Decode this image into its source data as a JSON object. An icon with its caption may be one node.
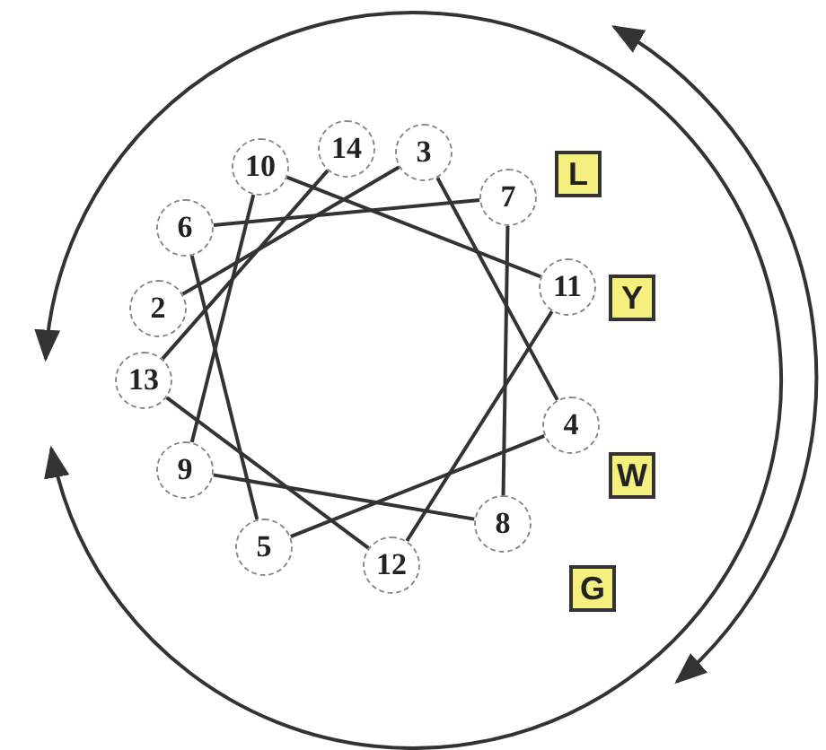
{
  "diagram": {
    "nodes": [
      {
        "text": [
          "2"
        ]
      },
      {
        "text": [
          "3"
        ]
      },
      {
        "text": [
          "4"
        ]
      },
      {
        "text": [
          "5"
        ]
      },
      {
        "text": [
          "6"
        ]
      },
      {
        "text": [
          "7"
        ]
      },
      {
        "text": [
          "8"
        ]
      },
      {
        "text": [
          "9"
        ]
      },
      {
        "text": [
          "10"
        ]
      },
      {
        "text": [
          "11"
        ]
      },
      {
        "text": [
          "12"
        ]
      },
      {
        "text": [
          "13"
        ]
      },
      {
        "text": [
          "14"
        ]
      },
      {
        "text": [
          "L"
        ]
      },
      {
        "text": [
          "Y"
        ]
      },
      {
        "text": [
          "W"
        ]
      },
      {
        "text": [
          "G"
        ]
      }
    ],
    "edges": [
      {
        "from": 0,
        "to": 1,
        "arrow": "none"
      },
      {
        "from": 1,
        "to": 2,
        "arrow": "none"
      },
      {
        "from": 2,
        "to": 3,
        "arrow": "none"
      },
      {
        "from": 3,
        "to": 4,
        "arrow": "none"
      },
      {
        "from": 4,
        "to": 5,
        "arrow": "none"
      },
      {
        "from": 5,
        "to": 6,
        "arrow": "none"
      },
      {
        "from": 6,
        "to": 7,
        "arrow": "none"
      },
      {
        "from": 7,
        "to": 8,
        "arrow": "none"
      },
      {
        "from": 8,
        "to": 9,
        "arrow": "none"
      },
      {
        "from": 9,
        "to": 10,
        "arrow": "none"
      },
      {
        "from": 10,
        "to": 11,
        "arrow": "none"
      },
      {
        "from": 11,
        "to": 12,
        "arrow": "none"
      }
    ]
  }
}
